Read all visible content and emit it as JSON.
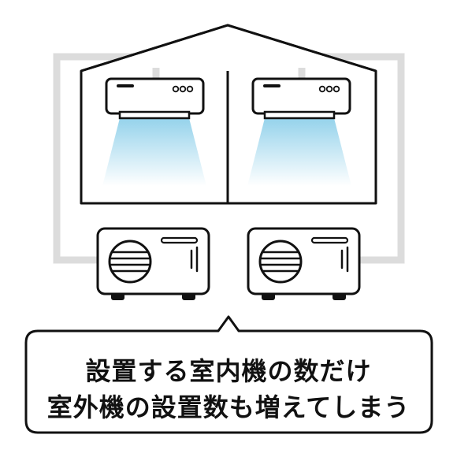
{
  "caption": {
    "line1": "設置する室内機の数だけ",
    "line2": "室外機の設置数も増えてしまう"
  },
  "icons": [
    "house-outline",
    "indoor-ac-unit",
    "outdoor-ac-unit",
    "refrigerant-pipe",
    "speech-bubble"
  ],
  "colors": {
    "outline": "#111111",
    "pipe": "#dcdcdc",
    "airflow": "#8fd0ea",
    "background": "#ffffff"
  }
}
